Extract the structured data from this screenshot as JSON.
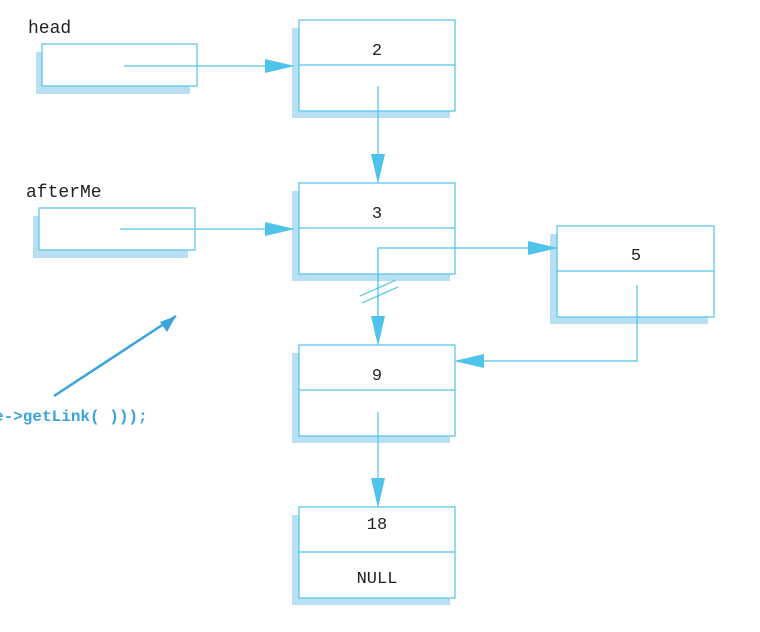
{
  "pointers": {
    "head": "head",
    "afterMe": "afterMe"
  },
  "nodes": [
    {
      "value": "2",
      "link": ""
    },
    {
      "value": "3",
      "link": ""
    },
    {
      "value": "5",
      "link": ""
    },
    {
      "value": "9",
      "link": ""
    },
    {
      "value": "18",
      "link": "NULL"
    }
  ],
  "code_fragment": "e->getLink( )));",
  "colors": {
    "line": "#4fc3ea",
    "shadow": "#b9dff3",
    "code": "#3aa3dc"
  }
}
